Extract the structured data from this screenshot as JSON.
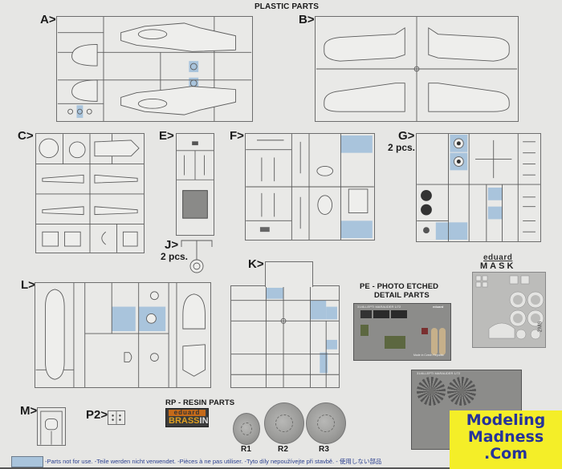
{
  "header": {
    "title": "PLASTIC PARTS"
  },
  "sprues": [
    {
      "id": "A",
      "label": "A>",
      "qty": ""
    },
    {
      "id": "B",
      "label": "B>",
      "qty": ""
    },
    {
      "id": "C",
      "label": "C>",
      "qty": ""
    },
    {
      "id": "E",
      "label": "E>",
      "qty": ""
    },
    {
      "id": "F",
      "label": "F>",
      "qty": ""
    },
    {
      "id": "G",
      "label": "G>",
      "qty": "2 pcs."
    },
    {
      "id": "J",
      "label": "J>",
      "qty": "2 pcs."
    },
    {
      "id": "K",
      "label": "K>",
      "qty": ""
    },
    {
      "id": "L",
      "label": "L>",
      "qty": ""
    },
    {
      "id": "M",
      "label": "M>",
      "qty": ""
    },
    {
      "id": "P2",
      "label": "P2>",
      "qty": ""
    }
  ],
  "photo_etched": {
    "title_line1": "PE - PHOTO ETCHED",
    "title_line2": "DETAIL PARTS",
    "fret1_text": "3146-LEPTI MARAUDER 1/72",
    "fret1_brand": "eduard",
    "fret1_footer": "Made in Czech Republic",
    "fret2_text": "3146-LEPTI MARAUDER 1/72"
  },
  "mask": {
    "brand": "eduard",
    "label": "MASK",
    "code": "2M6"
  },
  "resin": {
    "title": "RP - RESIN PARTS",
    "brand_top": "eduard",
    "brand_bottom_a": "BRASS",
    "brand_bottom_b": "IN",
    "parts": [
      "R1",
      "R2",
      "R3"
    ]
  },
  "legend": {
    "text": "-Parts not for use. -Teile werden nicht verwendet. -Pièces à ne pas utiliser. -Tyto díly nepoužívejte při stavbě. -  使用しない部品",
    "color": "#a9c4dc"
  },
  "watermark": {
    "line1": "Modeling",
    "line2": "Madness",
    "line3": ".Com",
    "bg": "#f4ee28",
    "fg": "#26339a"
  }
}
